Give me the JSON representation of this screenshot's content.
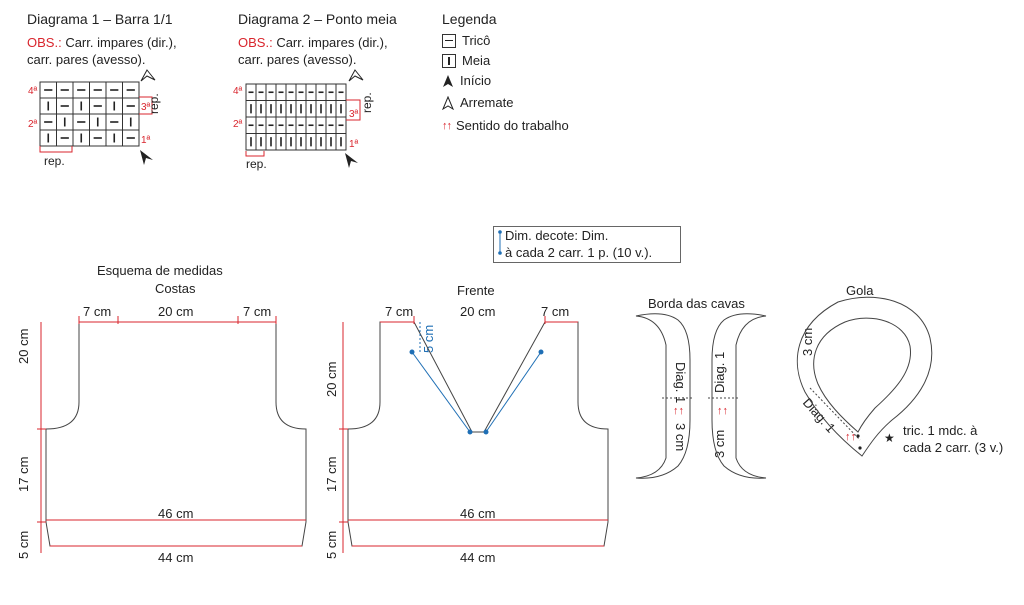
{
  "diagram1": {
    "title": "Diagrama 1 – Barra 1/1",
    "obs_label": "OBS.:",
    "obs_text1": "Carr. impares (dir.),",
    "obs_text2": "carr. pares (avesso).",
    "rows": [
      [
        "-",
        "-",
        "-",
        "-",
        "-",
        "-"
      ],
      [
        "|",
        "-",
        "|",
        "-",
        "|",
        "-"
      ],
      [
        "-",
        "|",
        "-",
        "|",
        "-",
        "|"
      ],
      [
        "|",
        "-",
        "|",
        "-",
        "|",
        "-"
      ]
    ],
    "row_labels": {
      "r4": "4ª",
      "r3": "3ª",
      "r2": "2ª",
      "r1": "1ª"
    },
    "rep_side": "rep.",
    "rep_bottom": "rep."
  },
  "diagram2": {
    "title": "Diagrama 2 – Ponto meia",
    "obs_label": "OBS.:",
    "obs_text1": "Carr. impares (dir.),",
    "obs_text2": "carr. pares (avesso).",
    "rows": [
      [
        "-",
        "-",
        "-",
        "-",
        "-",
        "-",
        "-",
        "-",
        "-",
        "-"
      ],
      [
        "|",
        "|",
        "|",
        "|",
        "|",
        "|",
        "|",
        "|",
        "|",
        "|"
      ],
      [
        "-",
        "-",
        "-",
        "-",
        "-",
        "-",
        "-",
        "-",
        "-",
        "-"
      ],
      [
        "|",
        "|",
        "|",
        "|",
        "|",
        "|",
        "|",
        "|",
        "|",
        "|"
      ]
    ],
    "row_labels": {
      "r4": "4ª",
      "r3": "3ª",
      "r2": "2ª",
      "r1": "1ª"
    },
    "rep_side": "rep.",
    "rep_bottom": "rep."
  },
  "legend": {
    "title": "Legenda",
    "items": [
      {
        "symbol": "tricot-box",
        "label": "Tricô"
      },
      {
        "symbol": "meia-box",
        "label": "Meia"
      },
      {
        "symbol": "inicio-arrow",
        "label": "Início"
      },
      {
        "symbol": "arremate-arrow",
        "label": "Arremate"
      },
      {
        "symbol": "direction-arrows",
        "label": "Sentido do trabalho"
      }
    ]
  },
  "decrease_note": {
    "line1": "Dim. decote: Dim.",
    "line2": "à cada 2 carr. 1 p. (10 v.)."
  },
  "costas": {
    "title1": "Esquema de medidas",
    "title2": "Costas",
    "top_left": "7 cm",
    "top_center": "20 cm",
    "top_right": "7 cm",
    "left_upper": "20 cm",
    "left_middle": "17 cm",
    "left_bottom": "5 cm",
    "width_inner": "46 cm",
    "width_bottom": "44 cm"
  },
  "frente": {
    "title": "Frente",
    "top_left": "7 cm",
    "top_center": "20 cm",
    "top_right": "7 cm",
    "neck_depth": "5 cm",
    "left_upper": "20 cm",
    "left_middle": "17 cm",
    "left_bottom": "5 cm",
    "width_inner": "46 cm",
    "width_bottom": "44 cm"
  },
  "borda": {
    "title": "Borda das cavas",
    "left_diag": "Diag. 1",
    "left_height": "3 cm",
    "right_diag": "Diag. 1",
    "right_height": "3 cm"
  },
  "gola": {
    "title": "Gola",
    "height": "3 cm",
    "diag": "Diag. 1",
    "note1": "tric. 1 mdc. à",
    "note2": "cada 2 carr. (3 v.)"
  },
  "colors": {
    "accent_red": "#d9262e",
    "accent_blue": "#1f6fb5",
    "line": "#444444"
  }
}
